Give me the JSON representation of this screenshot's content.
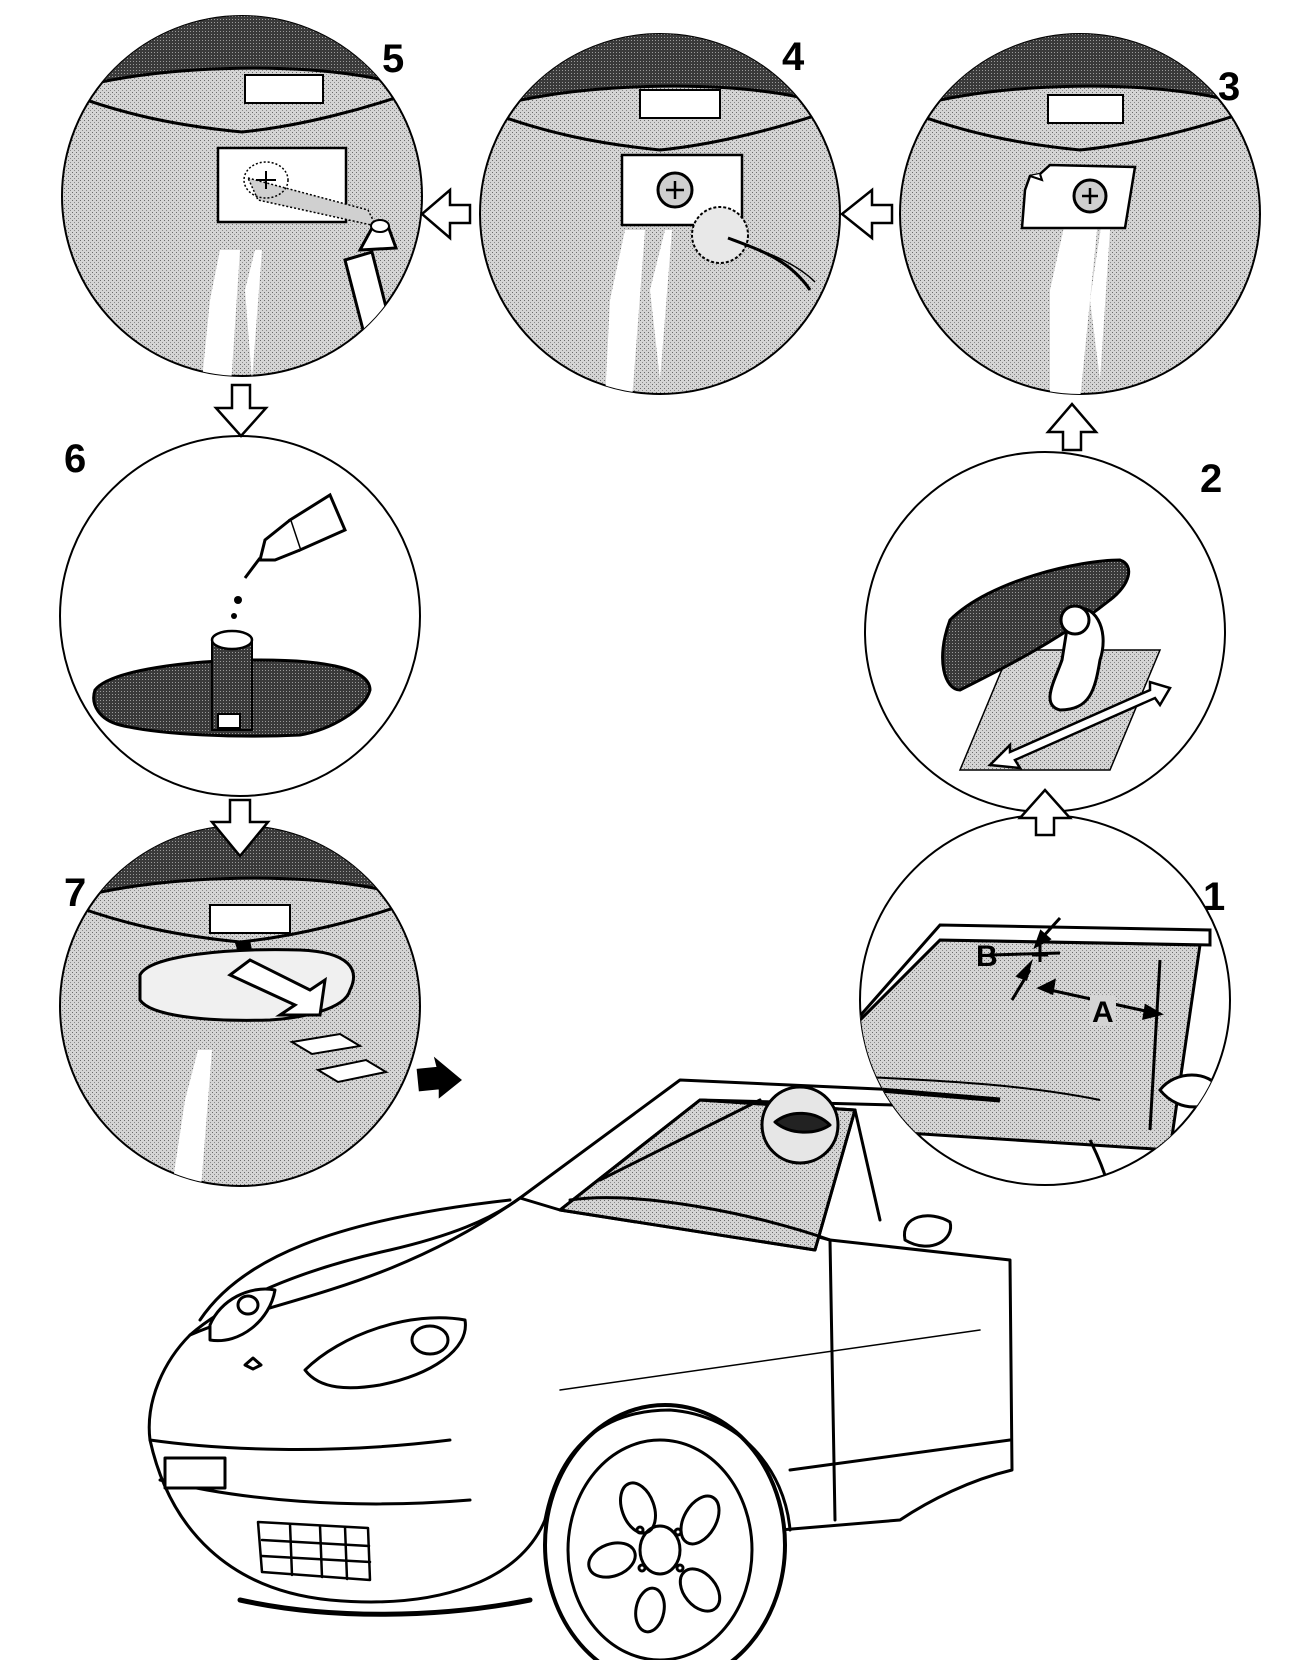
{
  "steps": [
    {
      "number": "1",
      "name": "measure-position"
    },
    {
      "number": "2",
      "name": "remove-mirror"
    },
    {
      "number": "3",
      "name": "peel-mount-pad"
    },
    {
      "number": "4",
      "name": "clean-glass"
    },
    {
      "number": "5",
      "name": "spray-primer"
    },
    {
      "number": "6",
      "name": "apply-adhesive"
    },
    {
      "number": "7",
      "name": "press-mirror-on"
    }
  ],
  "dimension_labels": {
    "a": "A",
    "b": "B"
  },
  "colors": {
    "ink": "#000000",
    "paper": "#ffffff",
    "glass": "#c8c8c8",
    "headliner": "#2a2a2a"
  }
}
